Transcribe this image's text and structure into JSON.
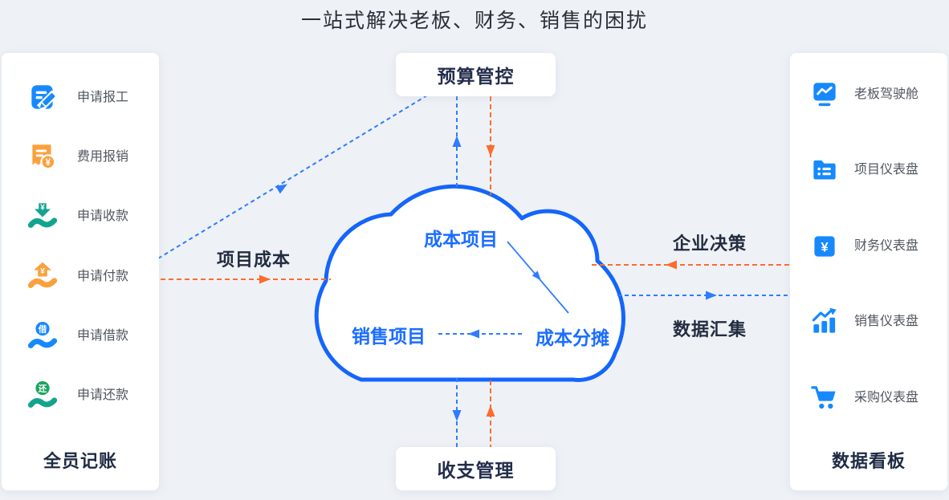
{
  "title": "一站式解决老板、财务、销售的困扰",
  "left_panel": {
    "footer": "全员记账",
    "items": [
      {
        "label": "申请报工",
        "icon": "note-pen-icon"
      },
      {
        "label": "费用报销",
        "icon": "receipt-yuan-icon"
      },
      {
        "label": "申请收款",
        "icon": "receive-payment-icon"
      },
      {
        "label": "申请付款",
        "icon": "make-payment-icon"
      },
      {
        "label": "申请借款",
        "icon": "borrow-icon"
      },
      {
        "label": "申请还款",
        "icon": "repay-icon"
      }
    ]
  },
  "right_panel": {
    "footer": "数据看板",
    "items": [
      {
        "label": "老板驾驶舱",
        "icon": "boss-cockpit-icon"
      },
      {
        "label": "项目仪表盘",
        "icon": "project-dashboard-icon"
      },
      {
        "label": "财务仪表盘",
        "icon": "finance-dashboard-icon"
      },
      {
        "label": "销售仪表盘",
        "icon": "sales-dashboard-icon"
      },
      {
        "label": "采购仪表盘",
        "icon": "purchase-dashboard-icon"
      }
    ]
  },
  "nodes": {
    "budget_control": "预算管控",
    "income_expense": "收支管理"
  },
  "cloud": {
    "cost_project": "成本项目",
    "sales_project": "销售项目",
    "cost_allocation": "成本分摊"
  },
  "edge_labels": {
    "project_cost": "项目成本",
    "enterprise_decision": "企业决策",
    "data_aggregation": "数据汇集"
  },
  "glyphs": {
    "yuan": "¥",
    "borrow": "借",
    "repay": "还"
  },
  "colors": {
    "background": "#eef1f6",
    "panel": "#ffffff",
    "icon_blue": "#1789fd",
    "cloud_border_blue": "#1465fb",
    "dashed_blue": "#2e7cff",
    "dashed_orange": "#fd6c2c",
    "icon_orange": "#faa13c",
    "teal": "#11a48f",
    "green": "#1ba55e",
    "cloud_text_blue": "#1a6dff",
    "dark_text": "#232d3f"
  }
}
